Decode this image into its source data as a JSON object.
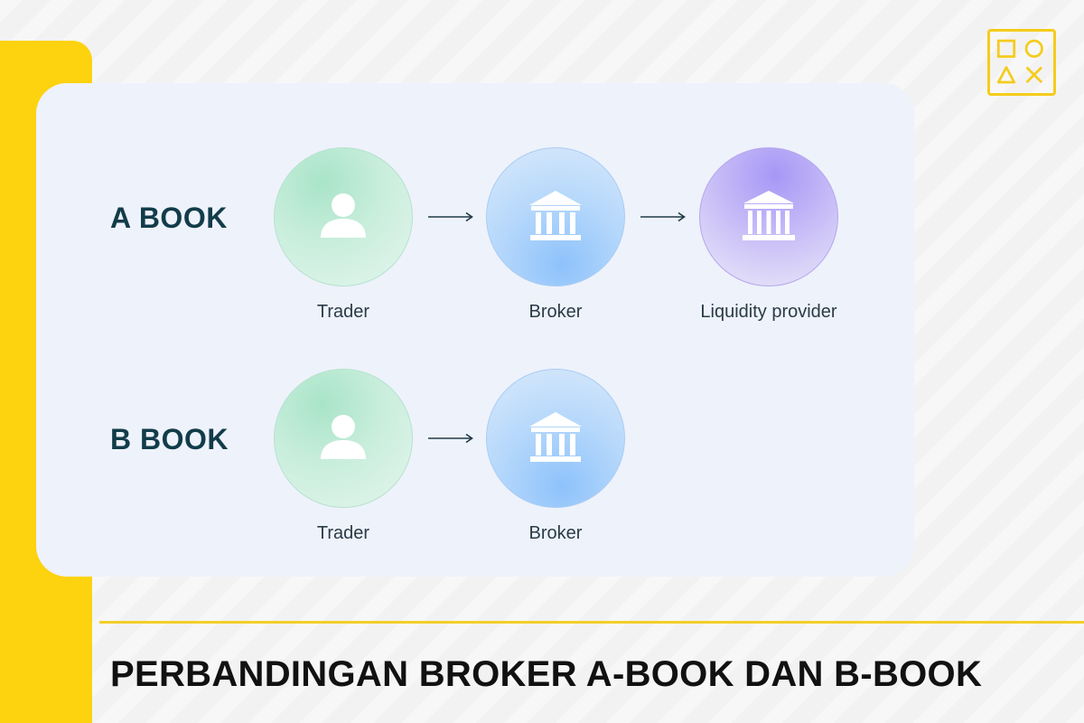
{
  "colors": {
    "accent_yellow": "#fdd20f",
    "label_navy": "#123c4a",
    "card_bg": "#eef2fb",
    "trader_green": "#b5e3cd",
    "broker_blue": "#8ec2fb",
    "provider_purple": "#a797f6"
  },
  "brand": {
    "logo_icon": "shapes-icon"
  },
  "diagram": {
    "a_book": {
      "label": "A BOOK",
      "nodes": [
        {
          "name": "Trader",
          "icon": "user-icon"
        },
        {
          "name": "Broker",
          "icon": "bank-icon"
        },
        {
          "name": "Liquidity provider",
          "icon": "bank-icon"
        }
      ]
    },
    "b_book": {
      "label": "B BOOK",
      "nodes": [
        {
          "name": "Trader",
          "icon": "user-icon"
        },
        {
          "name": "Broker",
          "icon": "bank-icon"
        }
      ]
    }
  },
  "headline": "PERBANDINGAN BROKER A-BOOK DAN B-BOOK"
}
